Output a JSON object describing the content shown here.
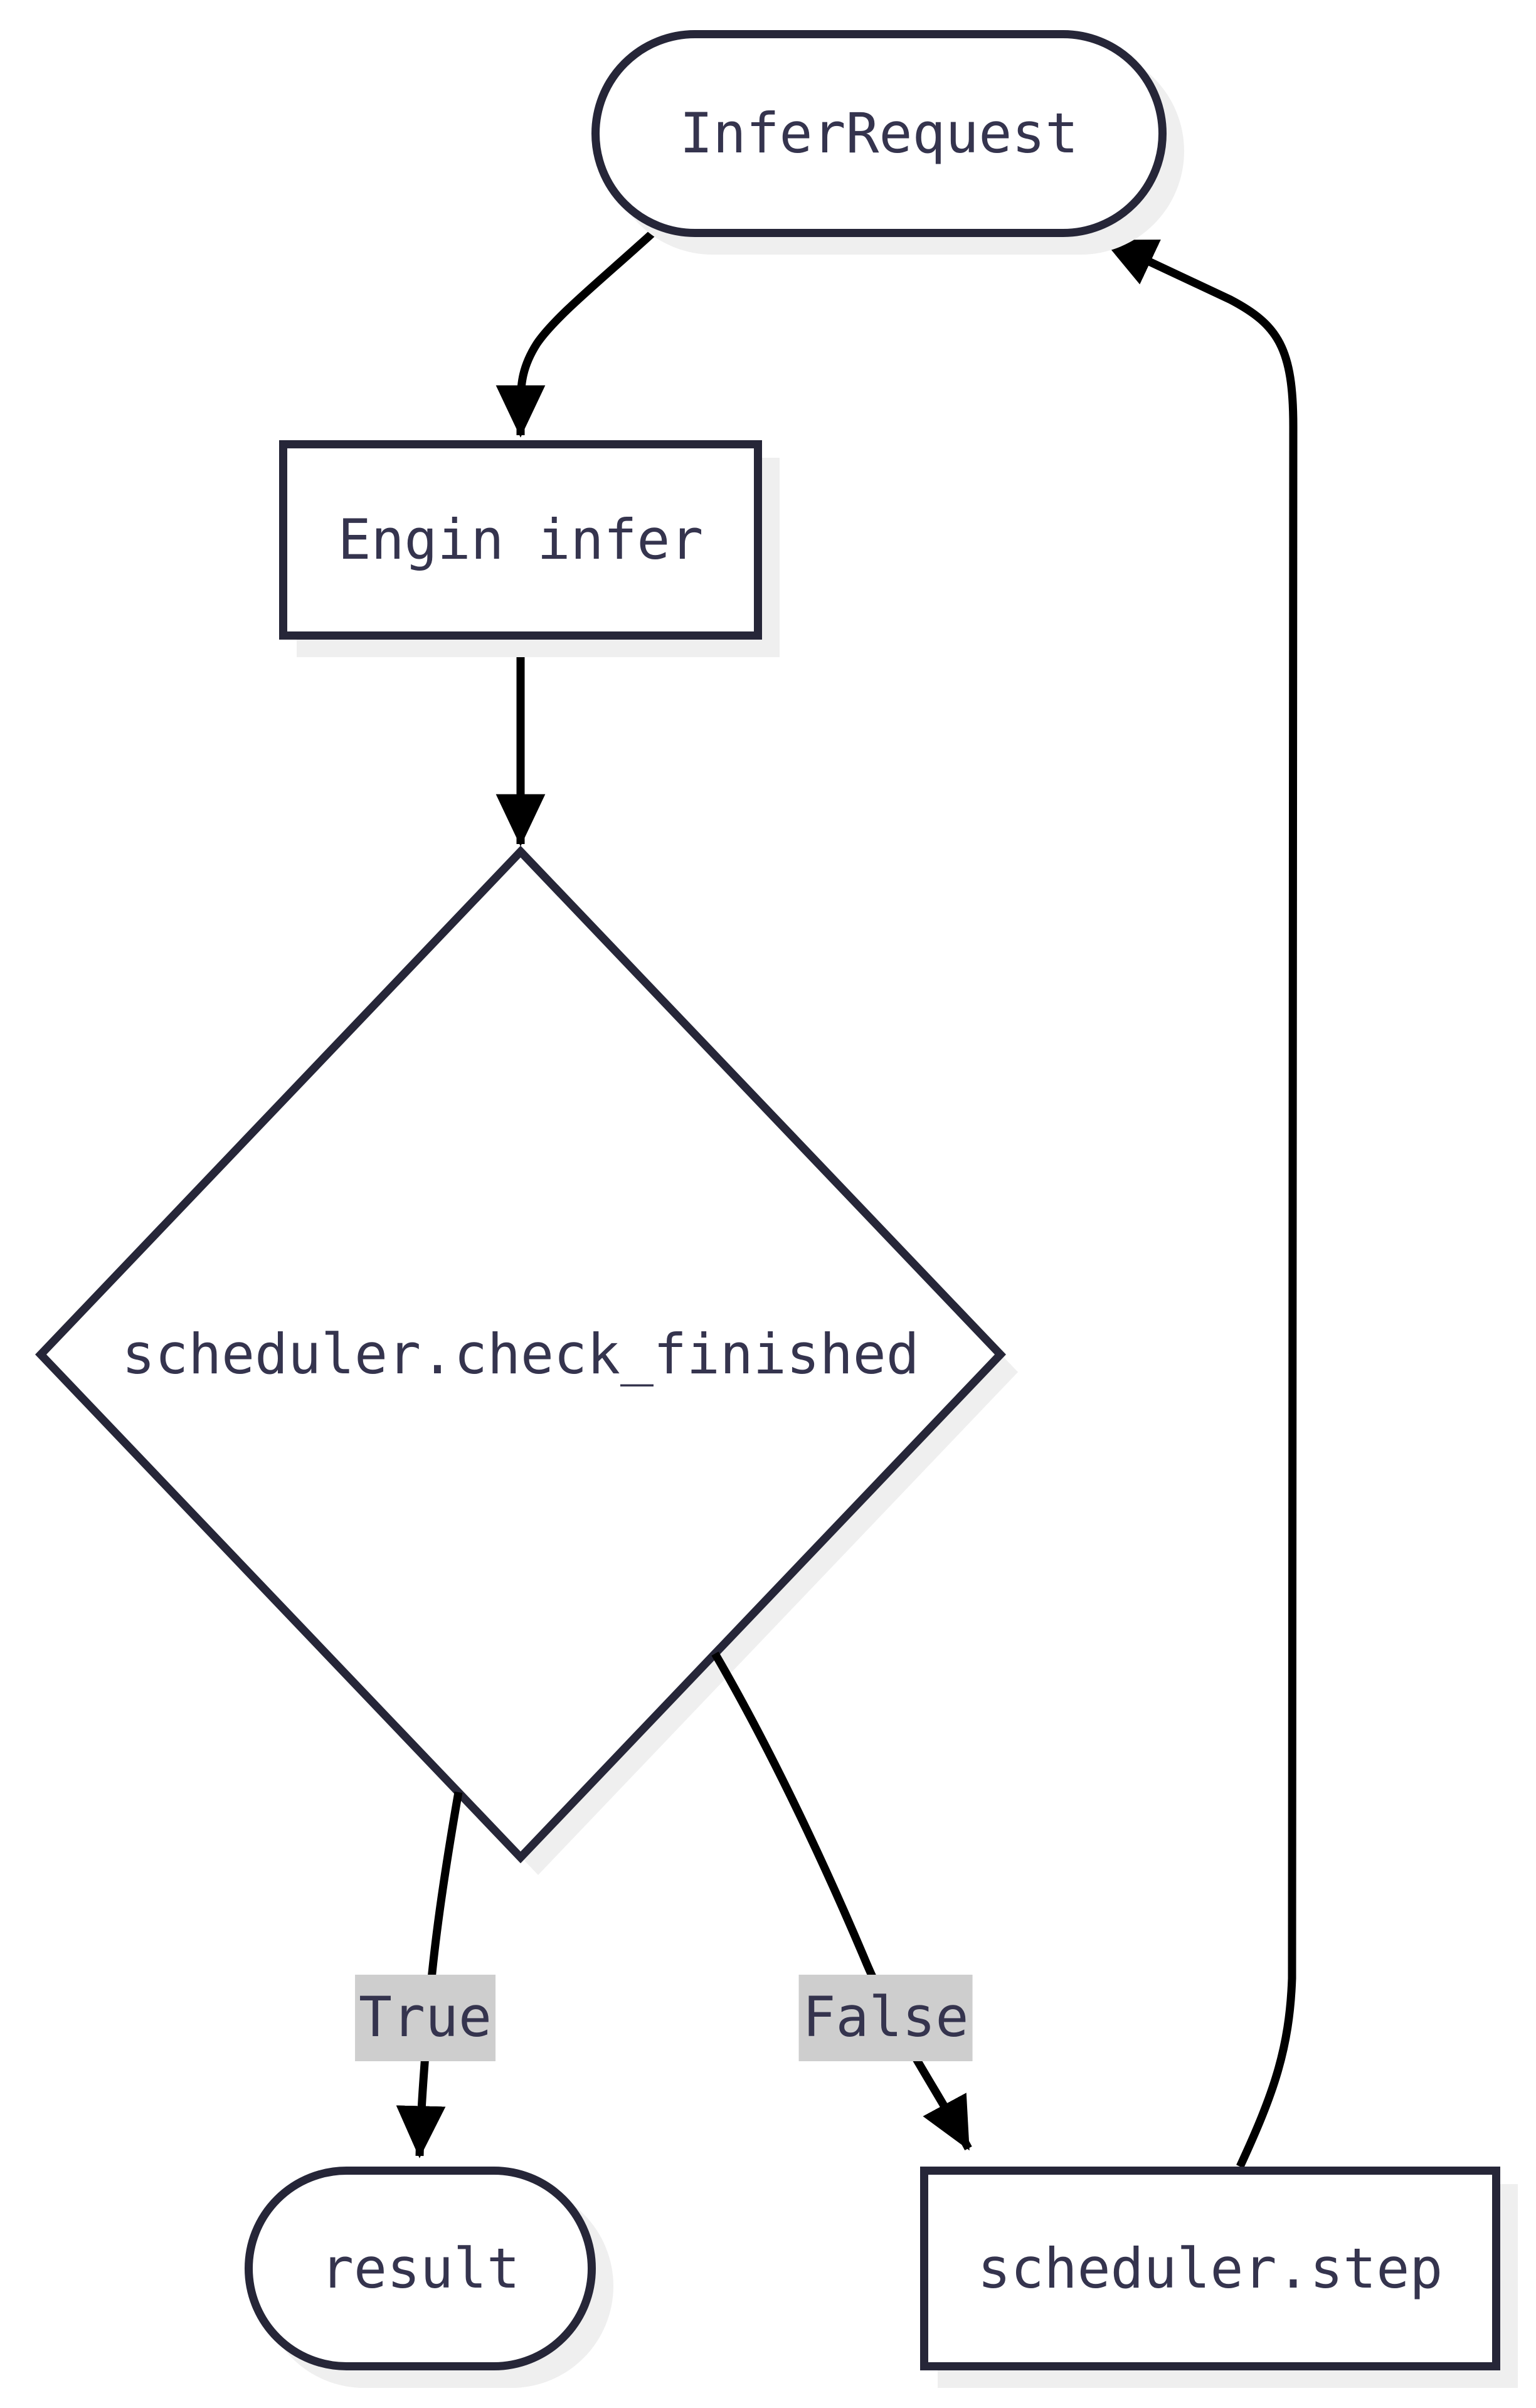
{
  "diagram": {
    "type": "flowchart",
    "direction": "top-down"
  },
  "nodes": {
    "infer_request": {
      "label": "InferRequest",
      "shape": "stadium"
    },
    "engine_infer": {
      "label": "Engin infer",
      "shape": "rectangle"
    },
    "check_finished": {
      "label": "scheduler.check_finished",
      "shape": "diamond"
    },
    "result": {
      "label": "result",
      "shape": "stadium"
    },
    "scheduler_step": {
      "label": "scheduler.step",
      "shape": "rectangle"
    }
  },
  "edges": [
    {
      "from": "infer_request",
      "to": "engine_infer",
      "label": ""
    },
    {
      "from": "engine_infer",
      "to": "check_finished",
      "label": ""
    },
    {
      "from": "check_finished",
      "to": "result",
      "label": "True"
    },
    {
      "from": "check_finished",
      "to": "scheduler_step",
      "label": "False"
    },
    {
      "from": "scheduler_step",
      "to": "infer_request",
      "label": ""
    }
  ],
  "colors": {
    "node_border": "#262638",
    "node_fill": "#ffffff",
    "text": "#35344e",
    "edge": "#000000",
    "edge_label_bg": "#cecece",
    "shadow": "#efefef",
    "background": "#ffffff"
  }
}
